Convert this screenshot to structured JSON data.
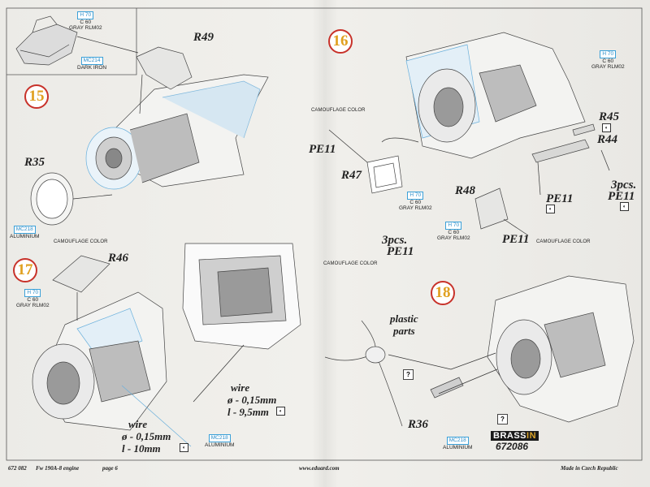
{
  "steps": {
    "s15": "15",
    "s16": "16",
    "s17": "17",
    "s18": "18"
  },
  "inset_codes": {
    "gray": {
      "h": "H 70",
      "c": "C 60",
      "name": "GRAY RLM02"
    },
    "iron": {
      "code": "MC214",
      "name": "DARK IRON"
    }
  },
  "parts": {
    "r49": "R49",
    "r35": "R35",
    "r47": "R47",
    "r48": "R48",
    "r45": "R45",
    "r44": "R44",
    "r46": "R46",
    "r36": "R36",
    "pe11_a": "PE11",
    "pe11_b": "PE11",
    "pe11_c": "PE11",
    "pcs_a": "3pcs.",
    "pe11_d": "PE11",
    "pcs_b": "3pcs.",
    "pe11_e": "PE11"
  },
  "colors_labels": {
    "camo1": "CAMOUFLAGE COLOR",
    "camo2": "CAMOUFLAGE COLOR",
    "camo3": "CAMOUFLAGE COLOR",
    "camo4": "CAMOUFLAGE COLOR",
    "alu1_code": "MC218",
    "alu1_name": "ALUMINIUM",
    "alu2_code": "MC218",
    "alu2_name": "ALUMINIUM",
    "alu3_code": "MC218",
    "alu3_name": "ALUMINIUM"
  },
  "gray_codes": {
    "g16a": {
      "h": "H 70",
      "c": "C 60",
      "name": "GRAY RLM02"
    },
    "g16b": {
      "h": "H 70",
      "c": "C 60",
      "name": "GRAY RLM02"
    },
    "g16c": {
      "h": "H 70",
      "c": "C 60",
      "name": "GRAY RLM02"
    },
    "g17": {
      "h": "H 70",
      "c": "C 60",
      "name": "GRAY RLM02"
    }
  },
  "wires": {
    "w1": {
      "title": "wire",
      "d": "ø - 0,15mm",
      "l": "l - 9,5mm"
    },
    "w2": {
      "title": "wire",
      "d": "ø - 0,15mm",
      "l": "l - 10mm"
    }
  },
  "plastic": {
    "line1": "plastic",
    "line2": "parts"
  },
  "brassin": {
    "label": "BRASS",
    "label_in": "IN",
    "number": "672086"
  },
  "footer": {
    "code": "672 082",
    "title": "Fw 190A-8 engine",
    "page": "page 6",
    "url": "www.eduard.com",
    "made": "Made in Czech Republic"
  },
  "symbols": {
    "q1": "?",
    "q2": "?"
  }
}
